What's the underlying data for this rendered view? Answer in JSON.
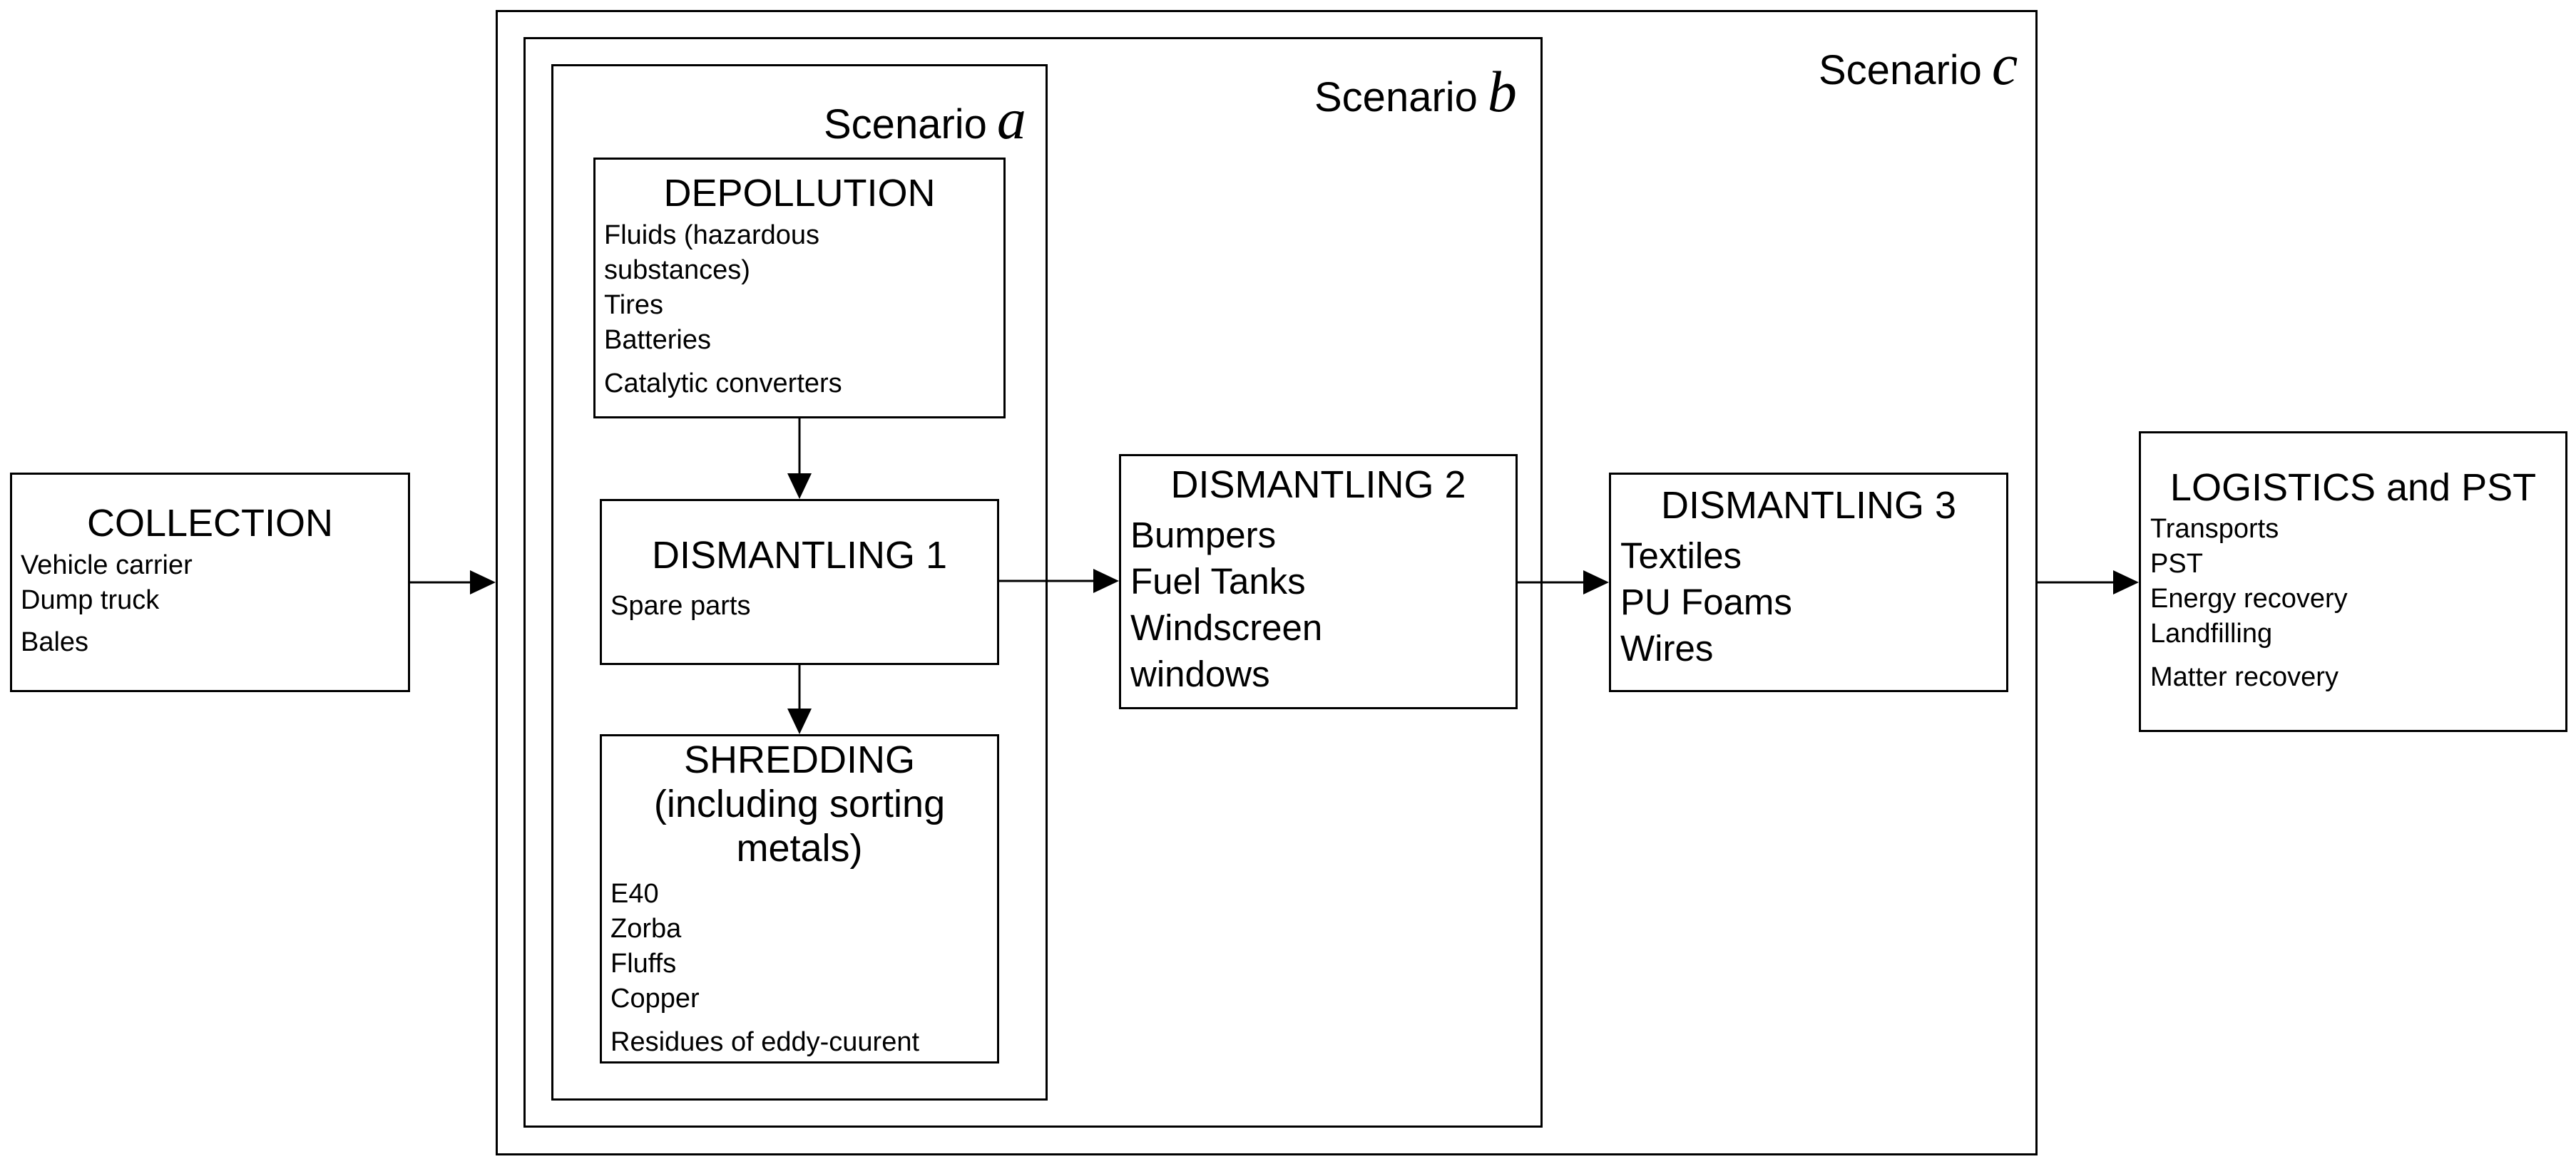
{
  "scenarios": {
    "a": {
      "label": "Scenario",
      "letter": "a"
    },
    "b": {
      "label": "Scenario",
      "letter": "b"
    },
    "c": {
      "label": "Scenario",
      "letter": "c"
    }
  },
  "collection": {
    "title": "COLLECTION",
    "items": [
      "Vehicle carrier",
      "Dump truck",
      "Bales"
    ]
  },
  "depollution": {
    "title": "DEPOLLUTION",
    "items": [
      "Fluids (hazardous",
      "substances)",
      "Tires",
      "Batteries",
      "Catalytic converters"
    ]
  },
  "dismantling1": {
    "title": "DISMANTLING 1",
    "items": [
      "Spare parts"
    ]
  },
  "shredding": {
    "title_lines": [
      "SHREDDING",
      "(including sorting",
      "metals)"
    ],
    "items": [
      "E40",
      "Zorba",
      "Fluffs",
      "Copper",
      "Residues of eddy-cuurent"
    ]
  },
  "dismantling2": {
    "title": "DISMANTLING 2",
    "items": [
      "Bumpers",
      "Fuel Tanks",
      "Windscreen",
      "windows"
    ]
  },
  "dismantling3": {
    "title": "DISMANTLING 3",
    "items": [
      "Textiles",
      "PU Foams",
      "Wires"
    ]
  },
  "logistics": {
    "title": "LOGISTICS and PST",
    "items": [
      "Transports",
      "PST",
      "Energy recovery",
      "Landfilling",
      "Matter recovery"
    ]
  }
}
